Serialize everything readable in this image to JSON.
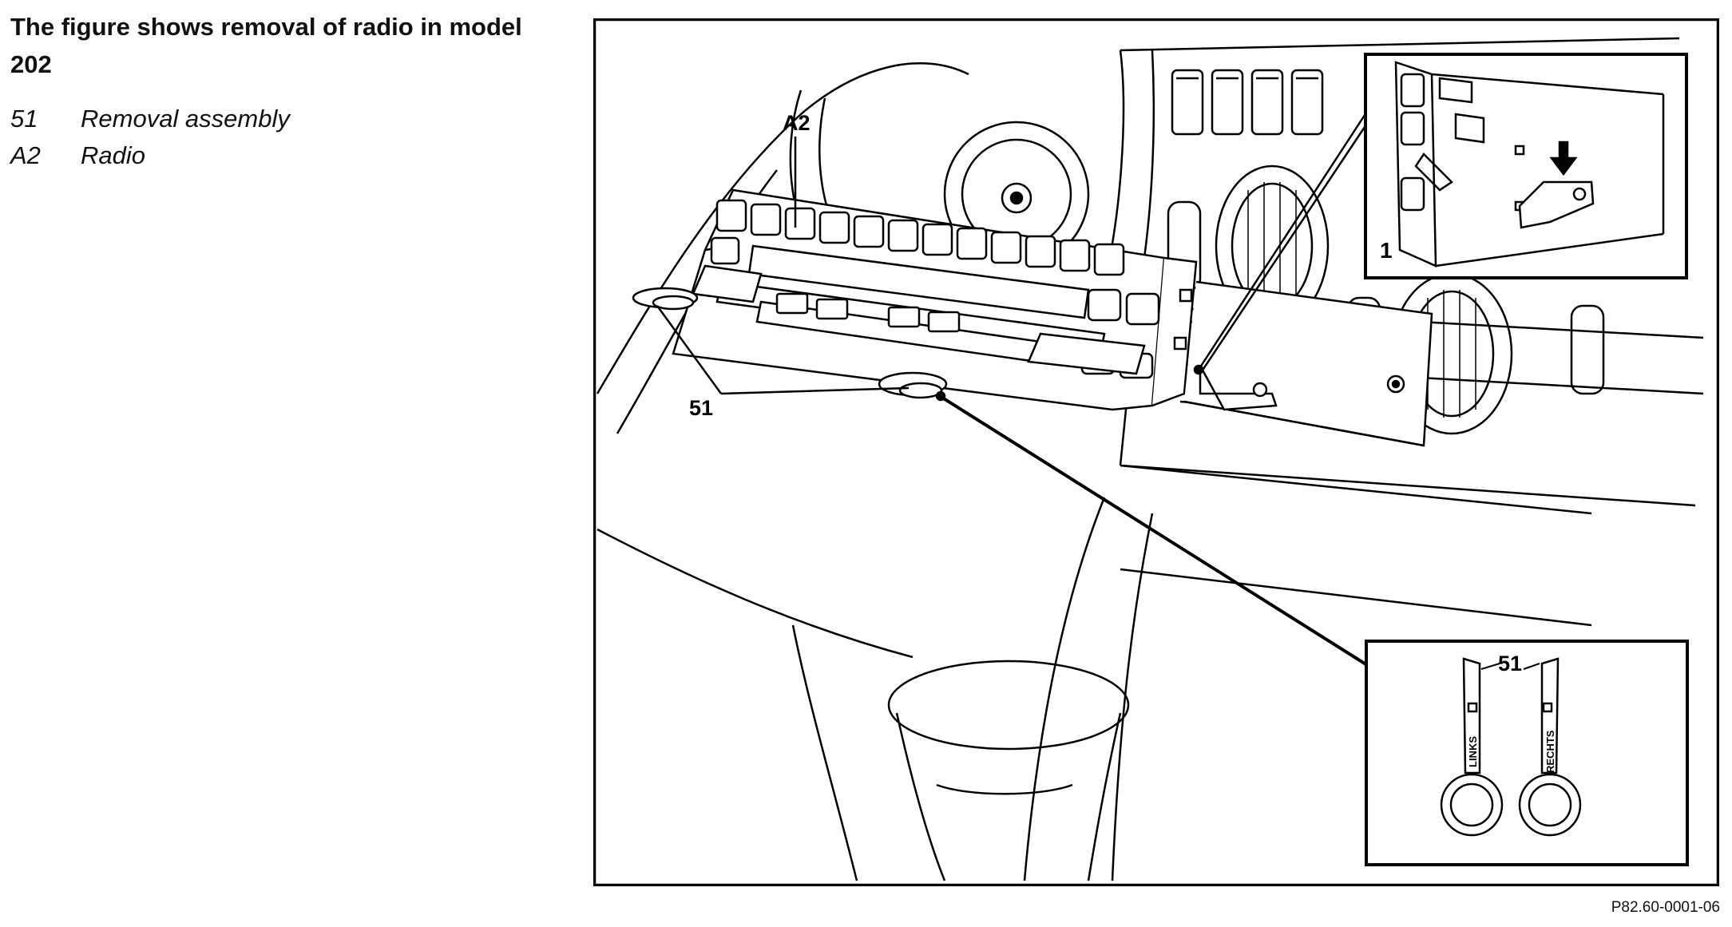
{
  "caption": {
    "title": "The figure shows removal of radio in model 202",
    "legend": [
      {
        "num": "51",
        "text": "Removal assembly"
      },
      {
        "num": "A2",
        "text": "Radio"
      }
    ]
  },
  "figure": {
    "callouts": {
      "radio": "A2",
      "removal_tools": "51",
      "detail_clip": "1",
      "detail_tools": "51"
    },
    "tool_left_label": "LINKS",
    "tool_right_label": "RECHTS",
    "reference": "P82.60-0001-06"
  }
}
